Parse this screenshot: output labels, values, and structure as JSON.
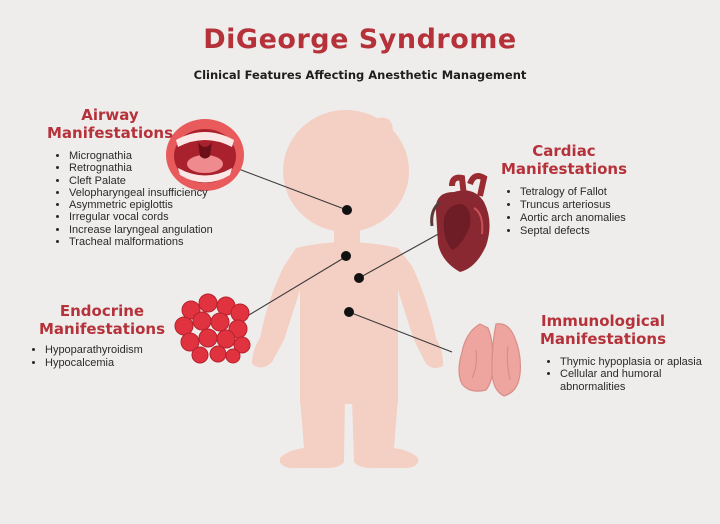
{
  "title": "DiGeorge Syndrome",
  "subtitle": "Clinical Features Affecting Anesthetic Management",
  "sections": {
    "airway": {
      "heading": [
        "Airway",
        "Manifestations"
      ],
      "items": [
        "Micrognathia",
        "Retrognathia",
        "Cleft Palate",
        "Velopharyngeal insufficiency",
        "Asymmetric epiglottis",
        "Irregular vocal cords",
        "Increase laryngeal angulation",
        "Tracheal malformations"
      ]
    },
    "cardiac": {
      "heading": [
        "Cardiac",
        "Manifestations"
      ],
      "items": [
        "Tetralogy of Fallot",
        "Truncus arteriosus",
        "Aortic arch anomalies",
        "Septal defects"
      ]
    },
    "endocrine": {
      "heading": [
        "Endocrine",
        "Manifestations"
      ],
      "items": [
        "Hypoparathyroidism",
        "Hypocalcemia"
      ]
    },
    "immunological": {
      "heading": [
        "Immunological",
        "Manifestations"
      ],
      "items": [
        "Thymic hypoplasia or aplasia",
        "Cellular and humoral abnormalities"
      ]
    }
  },
  "colors": {
    "accent": "#b5323a",
    "body": "#f4cfc4",
    "background": "#efedeb"
  },
  "icons": [
    "mouth-icon",
    "heart-icon",
    "parathyroid-icon",
    "thymus-icon",
    "child-silhouette"
  ]
}
